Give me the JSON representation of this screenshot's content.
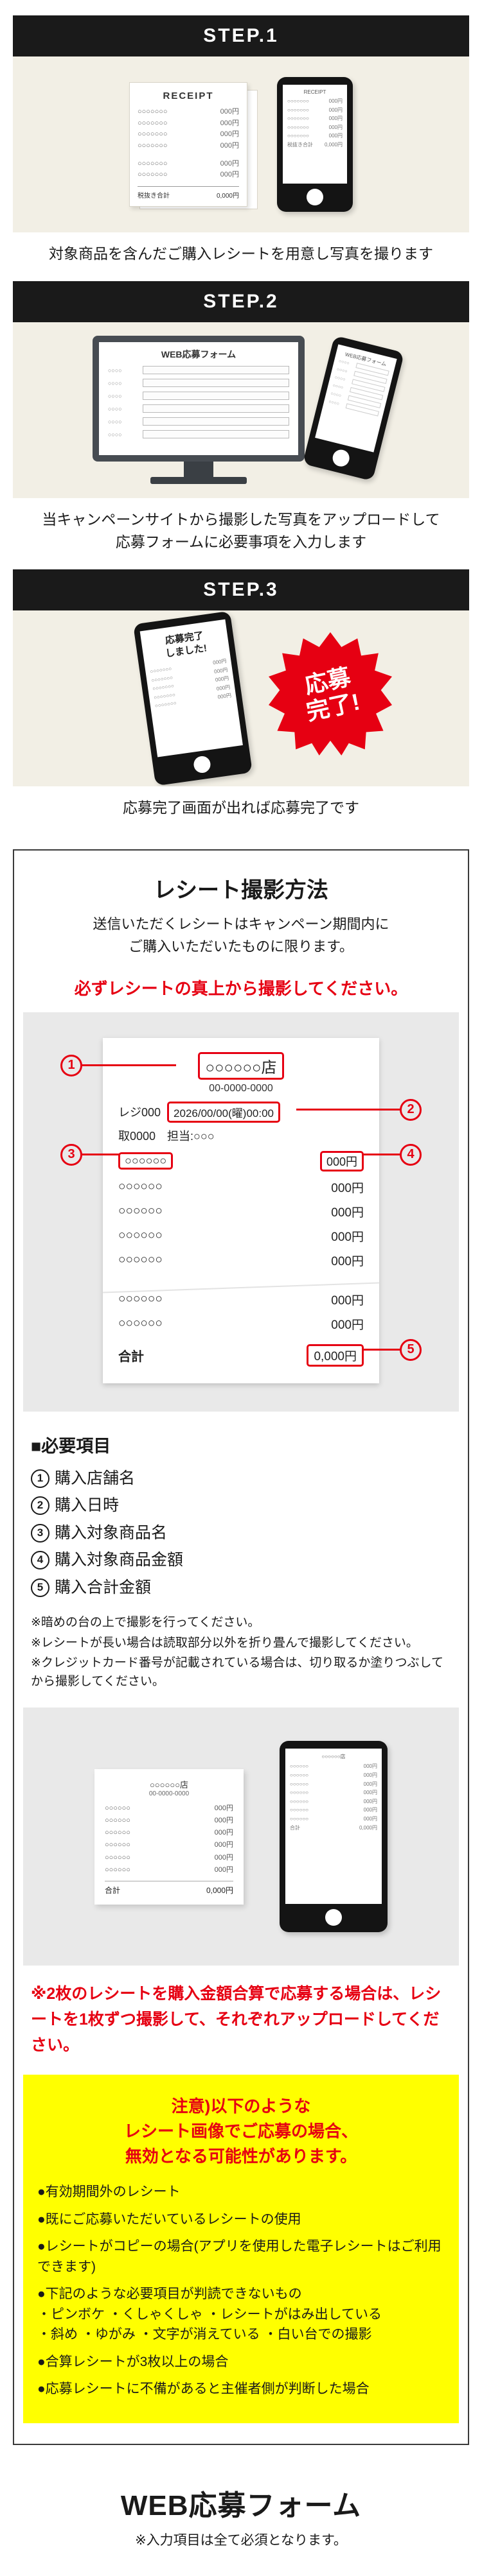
{
  "steps": [
    {
      "label": "STEP.1",
      "caption": "対象商品を含んだご購入レシートを用意し写真を撮ります"
    },
    {
      "label": "STEP.2",
      "caption": "当キャンペーンサイトから撮影した写真をアップロードして\n応募フォームに必要事項を入力します"
    },
    {
      "label": "STEP.3",
      "caption": "応募完了画面が出れば応募完了です"
    }
  ],
  "illust": {
    "receipt_title": "RECEIPT",
    "item_name": "○○○○○○○",
    "item_price": "000円",
    "subtotal_label": "税抜き合計",
    "subtotal_value": "0,000円",
    "web_form_title": "WEB応募フォーム",
    "form_row_label": "○○○○",
    "complete_screen_text": "応募完了\nしました!",
    "complete_badge_text": "応募\n完了!"
  },
  "guide": {
    "title": "レシート撮影方法",
    "intro": "送信いただくレシートはキャンペーン期間内に\nご購入いただいたものに限ります。",
    "warning": "必ずレシートの真上から撮影してください。",
    "sample": {
      "store": "○○○○○○店",
      "tel": "00-0000-0000",
      "register_label": "レジ000",
      "datetime": "2026/00/00(曜)00:00",
      "transaction": "取0000　担当:○○○",
      "item_name": "○○○○○○",
      "item_price": "000円",
      "total_label": "合計",
      "total_value": "0,000円",
      "marks": [
        "1",
        "2",
        "3",
        "4",
        "5"
      ]
    },
    "required_title": "■必要項目",
    "required_items": [
      {
        "num": "1",
        "text": "購入店舗名"
      },
      {
        "num": "2",
        "text": "購入日時"
      },
      {
        "num": "3",
        "text": "購入対象商品名"
      },
      {
        "num": "4",
        "text": "購入対象商品金額"
      },
      {
        "num": "5",
        "text": "購入合計金額"
      }
    ],
    "notes": [
      "※暗めの台の上で撮影を行ってください。",
      "※レシートが長い場合は読取部分以外を折り畳んで撮影してください。",
      "※クレジットカード番号が記載されている場合は、切り取るか塗りつぶしてから撮影してください。"
    ],
    "two_receipts_note": "※2枚のレシートを購入金額合算で応募する場合は、レシートを1枚ずつ撮影して、それぞれアップロードしてください。",
    "caution": {
      "title": "注意)以下のような\nレシート画像でご応募の場合、\n無効となる可能性があります。",
      "bullets": [
        "●有効期間外のレシート",
        "●既にご応募いただいているレシートの使用",
        "●レシートがコピーの場合(アプリを使用した電子レシートはご利用できます)",
        "●下記のような必要項目が判読できないもの\n・ピンボケ ・くしゃくしゃ ・レシートがはみ出している\n・斜め ・ゆがみ ・文字が消えている ・白い台での撮影",
        "●合算レシートが3枚以上の場合",
        "●応募レシートに不備があると主催者側が判断した場合"
      ]
    }
  },
  "form": {
    "title": "WEB応募フォーム",
    "note": "※入力項目は全て必須となります。"
  },
  "colors": {
    "accent_red": "#e60012",
    "caution_yellow": "#ffff00",
    "step_bar_black": "#1a1a1a",
    "illust_beige": "#f2efe5",
    "illust_gray": "#e9e9e9"
  }
}
